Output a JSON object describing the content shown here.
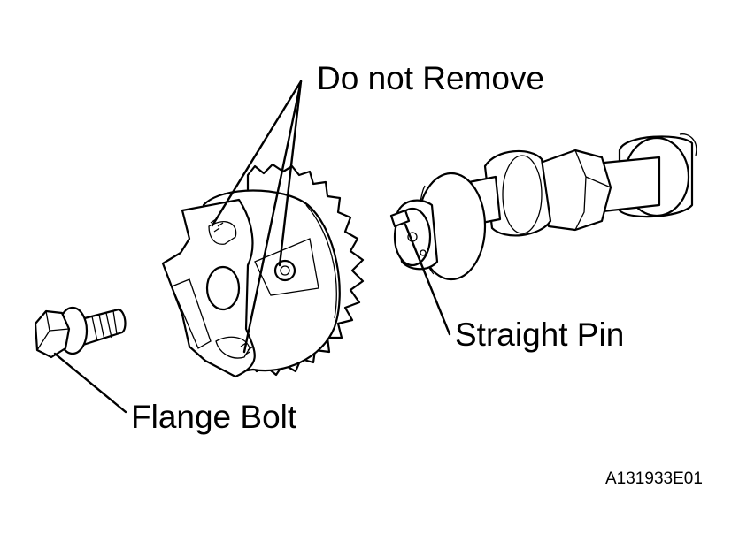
{
  "labels": {
    "do_not_remove": "Do not Remove",
    "straight_pin": "Straight Pin",
    "flange_bolt": "Flange Bolt",
    "figure_id": "A131933E01"
  },
  "colors": {
    "line": "#000000",
    "background": "#ffffff"
  }
}
